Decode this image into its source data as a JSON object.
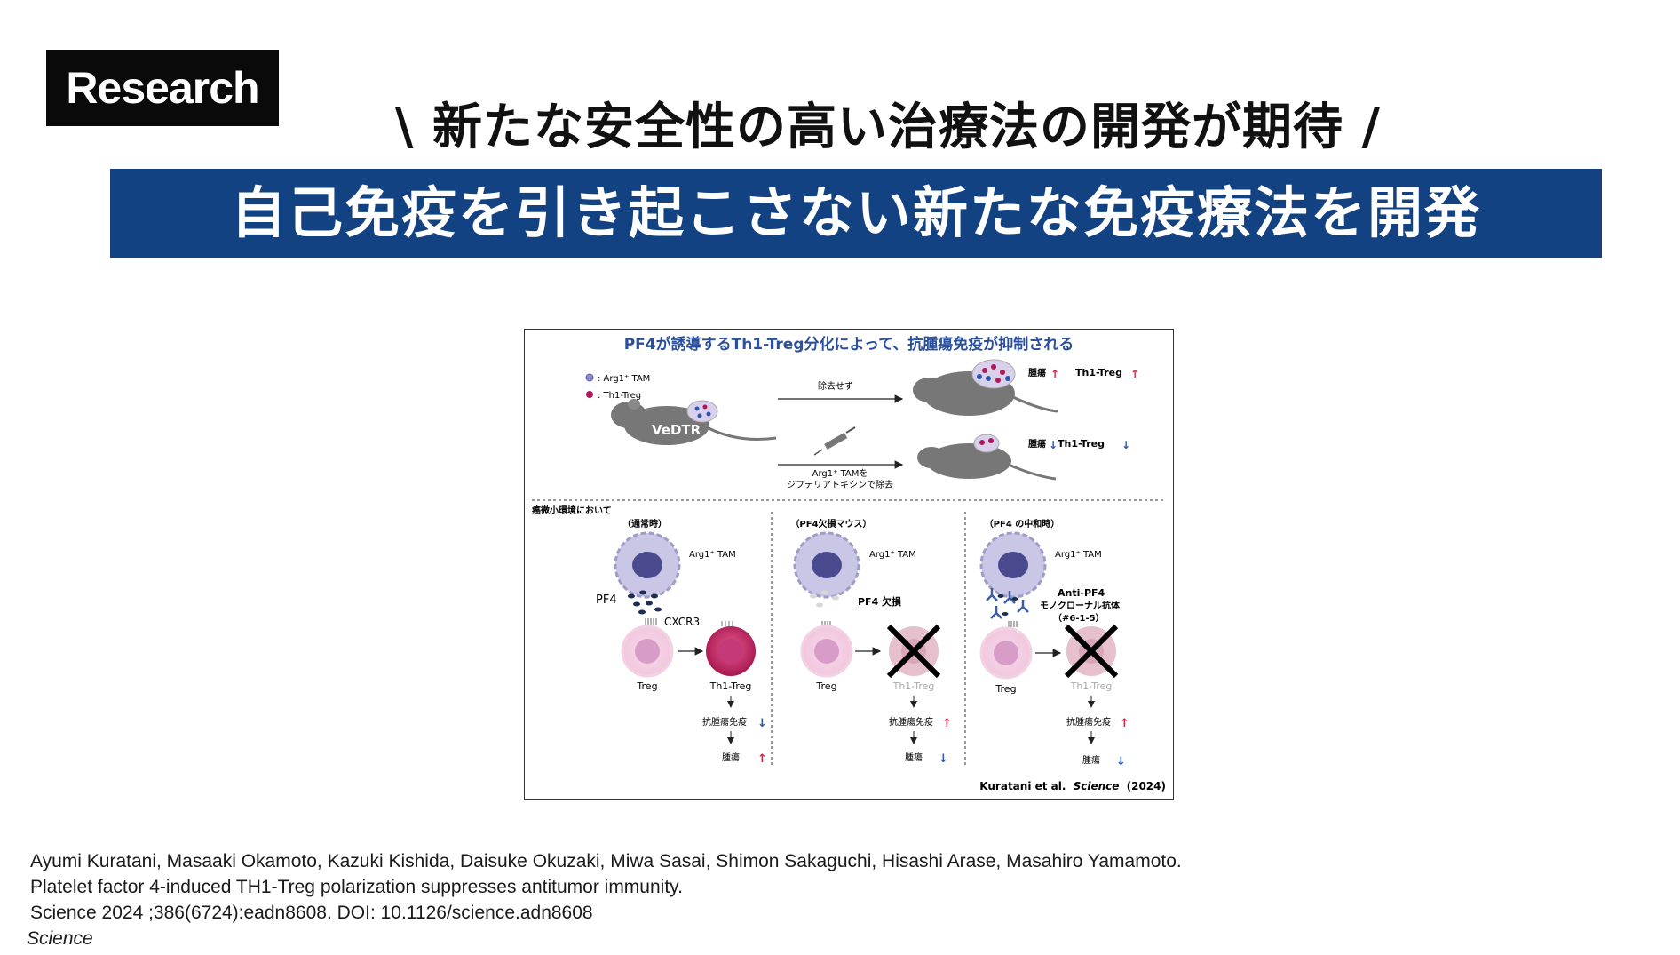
{
  "badge": "Research",
  "subheading": "\\ 新たな安全性の高い治療法の開発が期待 /",
  "banner_title": "自己免疫を引き起こさない新たな免疫療法を開発",
  "figure": {
    "title": "PF4が誘導するTh1-Treg分化によって、抗腫瘍免疫が抑制される",
    "legend_tam": ": Arg1⁺ TAM",
    "legend_treg": ": Th1-Treg",
    "mouse_label": "VeDTR",
    "arrow_no_removal": "除去せず",
    "arrow_removal_line1": "Arg1⁺ TAMを",
    "arrow_removal_line2": "ジフテリアトキシンで除去",
    "result_top_tumor": "腫瘍",
    "result_top_treg": "Th1-Treg",
    "result_bottom_tumor": "腫瘍",
    "result_bottom_treg": "Th1-Treg",
    "section_label": "癌微小環境において",
    "panel1_title": "（通常時）",
    "panel2_title": "（PF4欠損マウス）",
    "panel3_title": "（PF4 の中和時）",
    "tam_label": "Arg1⁺ TAM",
    "pf4_label": "PF4",
    "cxcr3_label": "CXCR3",
    "pf4_deficient": "PF4 欠損",
    "anti_pf4_line1": "Anti-PF4",
    "anti_pf4_line2": "モノクローナル抗体",
    "anti_pf4_line3": "（#6-1-5）",
    "treg_label": "Treg",
    "th1treg_label": "Th1-Treg",
    "antitumor_label": "抗腫瘍免疫",
    "tumor_label": "腫瘍",
    "credit_authors": "Kuratani et al.",
    "credit_journal": "Science",
    "credit_year": "(2024)"
  },
  "citation": {
    "authors": "Ayumi Kuratani, Masaaki Okamoto, Kazuki Kishida, Daisuke Okuzaki, Miwa Sasai, Shimon Sakaguchi, Hisashi Arase, Masahiro Yamamoto.",
    "title": "Platelet factor 4-induced TH1-Treg polarization suppresses antitumor immunity.",
    "reference": "Science 2024 ;386(6724):eadn8608. DOI: 10.1126/science.adn8608",
    "journal": "Science"
  },
  "colors": {
    "banner": "#124281",
    "figure_title": "#2a4f9c",
    "up_arrow": "#d0274a",
    "down_arrow": "#2a56b0"
  }
}
